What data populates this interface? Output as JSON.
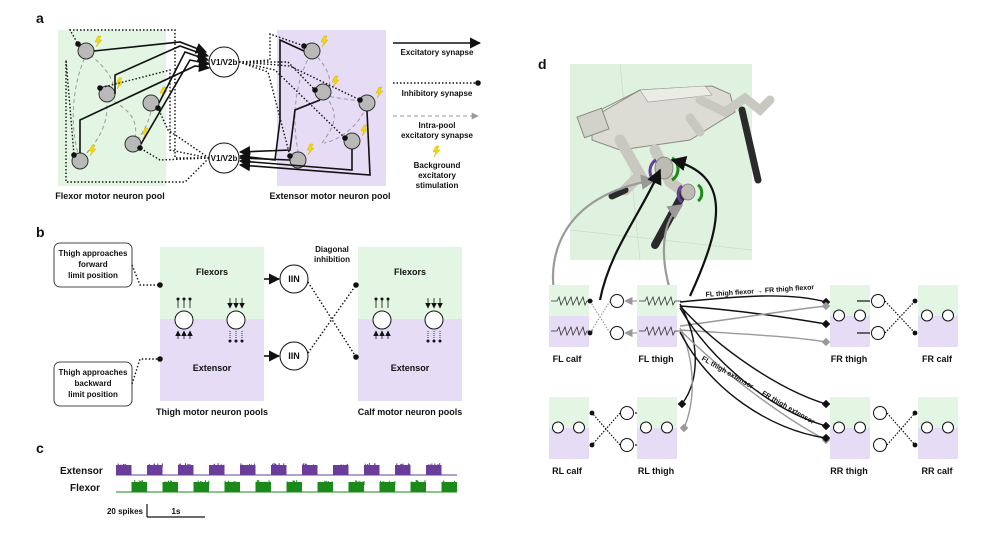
{
  "panels": {
    "a": "a",
    "b": "b",
    "c": "c",
    "d": "d"
  },
  "panel_a": {
    "flexor_pool_label": "Flexor motor neuron pool",
    "extensor_pool_label": "Extensor motor neuron pool",
    "interneuron_top": "V1/V2b",
    "interneuron_bottom": "V1/V2b",
    "legend": {
      "excitatory": "Excitatory synapse",
      "inhibitory": "Inhibitory synapse",
      "intra_line1": "Intra-pool",
      "intra_line2": "excitatory synapse",
      "background_line1": "Background",
      "background_line2": "excitatory",
      "background_line3": "stimulation"
    }
  },
  "panel_b": {
    "thigh_forward_line1": "Thigh approaches",
    "thigh_forward_line2": "forward",
    "thigh_forward_line3": "limit position",
    "thigh_backward_line1": "Thigh approaches",
    "thigh_backward_line2": "backward",
    "thigh_backward_line3": "limit position",
    "flexors_left": "Flexors",
    "extensor_left": "Extensor",
    "flexors_right": "Flexors",
    "extensor_right": "Extensor",
    "iin_top": "IIN",
    "iin_bottom": "IIN",
    "diagonal_line1": "Diagonal",
    "diagonal_line2": "inhibition",
    "thigh_pools_label": "Thigh motor neuron pools",
    "calf_pools_label": "Calf motor neuron pools"
  },
  "panel_c": {
    "extensor_label": "Extensor",
    "flexor_label": "Flexor",
    "scale_spikes": "20 spikes",
    "scale_time": "1s",
    "extensor_color": "#6a3d9a",
    "flexor_color": "#1a8a1a",
    "bursts": 11
  },
  "panel_d": {
    "fl_calf": "FL calf",
    "fl_thigh": "FL thigh",
    "fr_thigh": "FR thigh",
    "fr_calf": "FR calf",
    "rl_calf": "RL calf",
    "rl_thigh": "RL thigh",
    "rr_thigh": "RR thigh",
    "rr_calf": "RR calf",
    "flexor_connection": "FL thigh flexor → FR thigh flexor",
    "extensor_connection": "FL thigh extensor → FR thigh extensor"
  },
  "colors": {
    "flexor_bg": "#e3f5e3",
    "extensor_bg": "#e6dcf5",
    "robot_bg": "#dff2df",
    "neuron_gray": "#b9b9b9",
    "purple": "#6a3d9a",
    "green": "#1a8a1a"
  }
}
